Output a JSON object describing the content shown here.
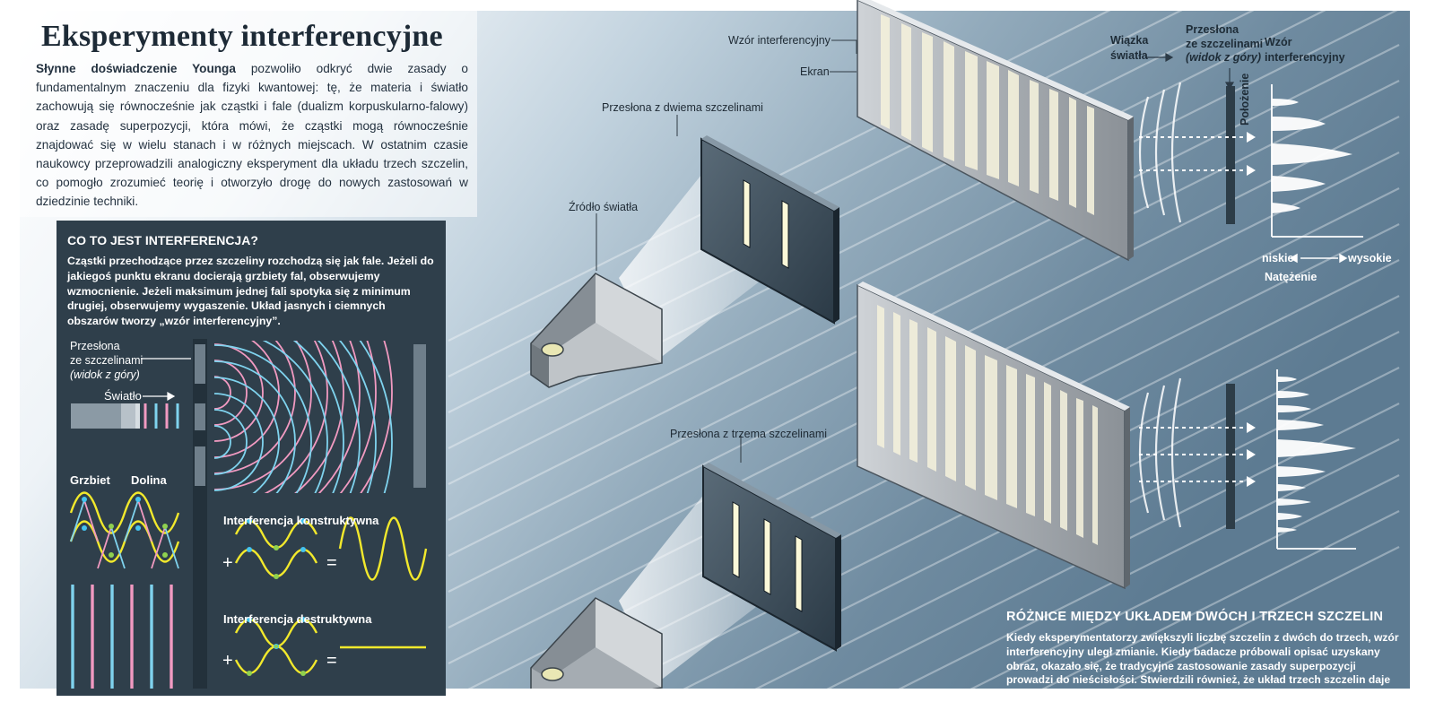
{
  "title": "Eksperymenty interferencyjne",
  "intro": {
    "bold": "Słynne doświadczenie Younga",
    "rest": " pozwoliło odkryć dwie zasady o fundamentalnym znaczeniu dla fizyki kwantowej: tę, że materia i światło zachowują się równocześnie jak cząstki i fale (dualizm korpuskularno-falowy) oraz zasadę superpozycji, która mówi, że cząstki mogą równocześnie znajdować się w wielu stanach i w różnych miejscach. W ostatnim czasie naukowcy przeprowadzili analogiczny eksperyment dla układu trzech szczelin, co pomogło zrozumieć teorię i otworzyło drogę do nowych zastosowań w dziedzinie techniki."
  },
  "interference_box": {
    "heading": "CO TO JEST INTERFERENCJA?",
    "text": "Cząstki przechodzące przez szczeliny rozchodzą się jak fale. Jeżeli do jakiegoś punktu ekranu docierają grzbiety fal, obserwujemy wzmocnienie. Jeżeli maksimum jednej fali spotyka się z minimum drugiej, obserwujemy wygaszenie. Układ jasnych i ciemnych obszarów tworzy „wzór interferencyjny”.",
    "slit_label_1": "Przesłona",
    "slit_label_2": "ze szczelinami",
    "slit_label_3": "(widok z góry)",
    "light_label": "Światło",
    "crest_label": "Grzbiet",
    "trough_label": "Dolina",
    "constructive_label": "Interferencja konstruktywna",
    "destructive_label": "Interferencja destruktywna",
    "plus": "+",
    "equals": "="
  },
  "apparatus": {
    "pattern_label": "Wzór interferencyjny",
    "screen_label": "Ekran",
    "two_slit_label": "Przesłona z dwiema szczelinami",
    "source_label": "Źródło światła",
    "three_slit_label": "Przesłona z trzema szczelinami"
  },
  "top_view": {
    "beam_1": "Wiązka",
    "beam_2": "światła",
    "slits_1": "Przesłona",
    "slits_2": "ze szczelinami",
    "slits_3": "(widok z góry)",
    "pattern_1": "Wzór",
    "pattern_2": "interferencyjny",
    "position_axis": "Położenie",
    "low": "niskie",
    "high": "wysokie",
    "intensity_axis": "Natężenie"
  },
  "differences": {
    "heading": "RÓŻNICE MIĘDZY UKŁADEM DWÓCH I TRZECH SZCZELIN",
    "text": "Kiedy eksperymentatorzy zwiększyli liczbę szczelin z dwóch do trzech, wzór interferencyjny uległ zmianie. Kiedy badacze próbowali opisać uzyskany obraz, okazało się, że tradycyjne zastosowanie zasady superpozycji prowadzi do nieścisłości. Stwierdzili również, że układ trzech szczelin daje nowe"
  },
  "colors": {
    "panel": "#2f3f4b",
    "wave_pink": "#f19ac1",
    "wave_blue": "#7fd3ee",
    "wave_yellow": "#f2e92c",
    "dot_blue": "#44c3f0",
    "dot_green": "#8fd14f"
  }
}
